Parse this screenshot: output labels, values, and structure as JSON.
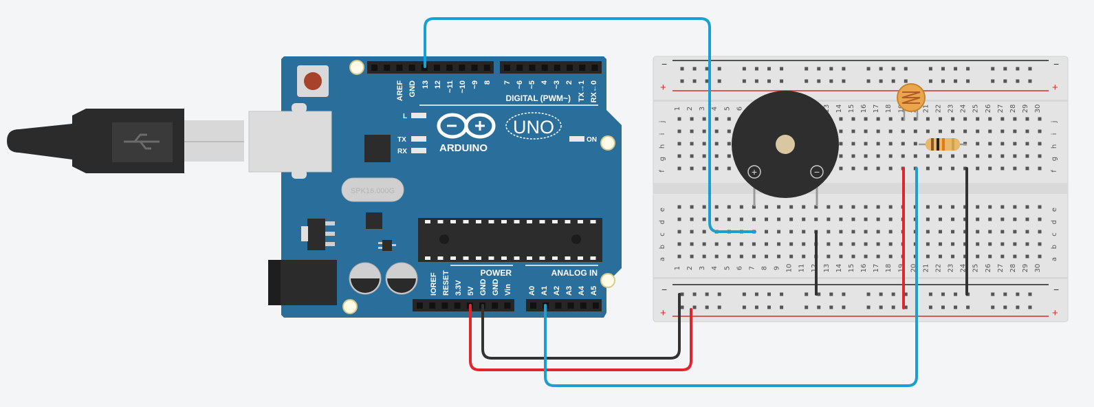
{
  "board": {
    "brand": "ARDUINO",
    "model": "UNO",
    "crystal": "SPK16.000G",
    "digital_title": "DIGITAL (PWM~)",
    "power_title": "POWER",
    "analog_title": "ANALOG IN",
    "led_l": "L",
    "led_tx": "TX",
    "led_rx": "RX",
    "led_on": "ON",
    "digital_pins": [
      "AREF",
      "GND",
      "13",
      "12",
      "~11",
      "~10",
      "~9",
      "8",
      "7",
      "~6",
      "~5",
      "4",
      "~3",
      "2",
      "TX→1",
      "RX←0"
    ],
    "power_pins": [
      "IOREF",
      "RESET",
      "3.3V",
      "5V",
      "GND",
      "GND",
      "Vin"
    ],
    "analog_pins": [
      "A0",
      "A1",
      "A2",
      "A3",
      "A4",
      "A5"
    ]
  },
  "breadboard": {
    "row_letters_top": [
      "j",
      "i",
      "h",
      "g",
      "f"
    ],
    "row_letters_bottom": [
      "e",
      "d",
      "c",
      "b",
      "a"
    ],
    "columns": [
      "1",
      "2",
      "3",
      "4",
      "5",
      "6",
      "7",
      "8",
      "9",
      "10",
      "11",
      "12",
      "13",
      "14",
      "15",
      "16",
      "17",
      "18",
      "19",
      "20",
      "21",
      "22",
      "23",
      "24",
      "25",
      "26",
      "27",
      "28",
      "29",
      "30"
    ],
    "rail_minus": "−",
    "rail_plus": "+"
  },
  "buzzer": {
    "plus": "+",
    "minus": "−"
  },
  "colors": {
    "background": "#f3f5f7",
    "board": "#2a6f9c",
    "wire_blue": "#1aa0d0",
    "wire_red": "#e0262a",
    "wire_black": "#333333",
    "rail_red": "#d52b2b",
    "breadboard": "#e4e4e4"
  }
}
